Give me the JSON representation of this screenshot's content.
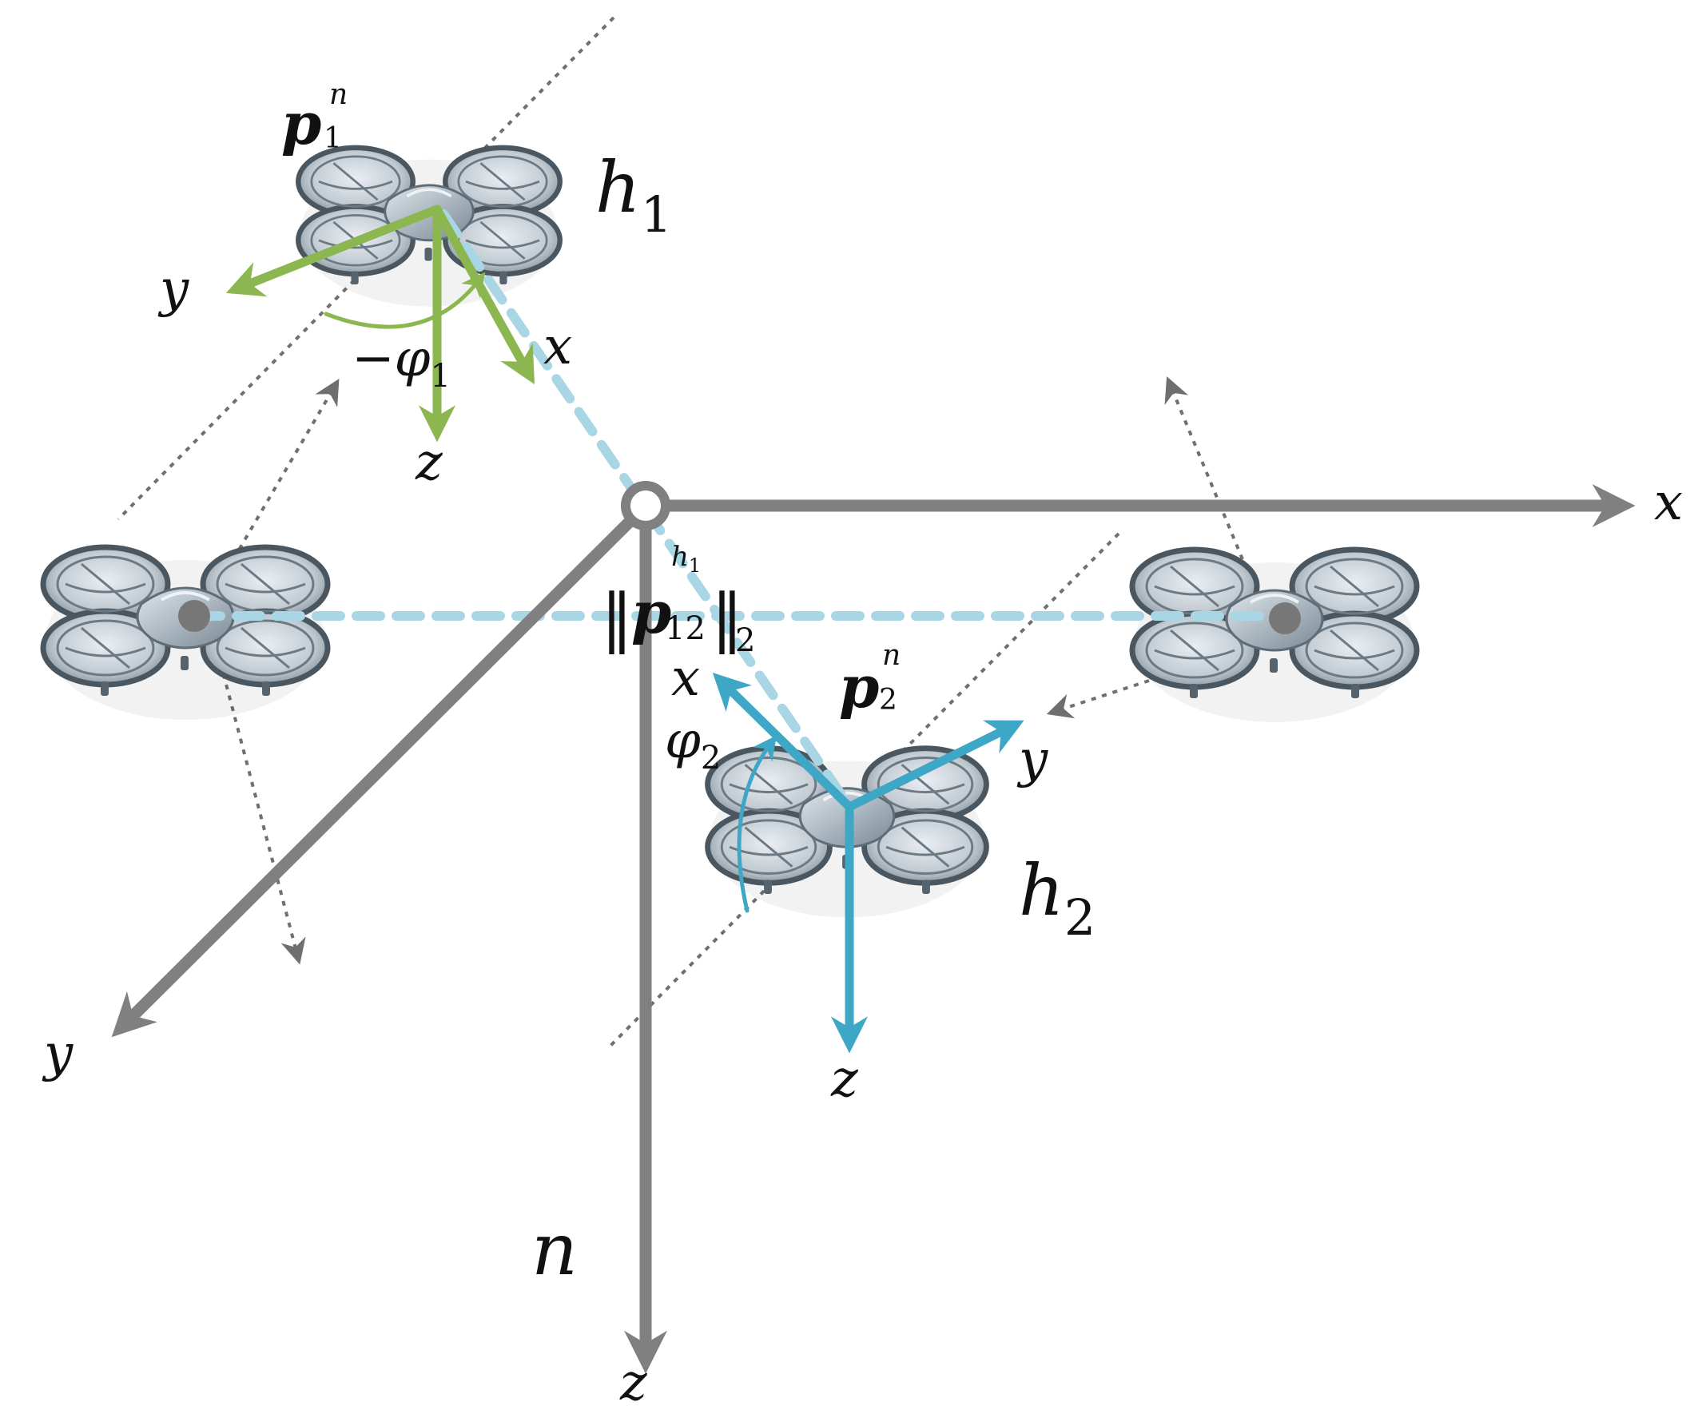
{
  "colors": {
    "frame": "#808080",
    "dotted": "#6f6f6f",
    "drone1_axes": "#8cb650",
    "drone2_axes": "#3ea7c6",
    "distance_line": "#a9d6e5",
    "drone_body": "#7e8e9a"
  },
  "icons": {
    "drone": "quadcopter-icon"
  },
  "labels": {
    "frame_x": "x",
    "frame_y": "y",
    "frame_z": "z",
    "frame_n": "n",
    "drone1": {
      "h": "h",
      "h_sub": "1",
      "p": "p",
      "p_sup": "n",
      "p_sub": "1",
      "x": "x",
      "y": "y",
      "z": "z",
      "yaw_prefix": "−φ",
      "yaw_sub": "1"
    },
    "drone2": {
      "h": "h",
      "h_sub": "2",
      "p": "p",
      "p_sup": "n",
      "p_sub": "2",
      "x": "x",
      "y": "y",
      "z": "z",
      "yaw_prefix": "φ",
      "yaw_sub": "2"
    },
    "distance": {
      "open": "‖",
      "p": "p",
      "sup": "h",
      "sup_sub": "1",
      "sub": "12",
      "close": "‖",
      "norm": "2"
    }
  }
}
